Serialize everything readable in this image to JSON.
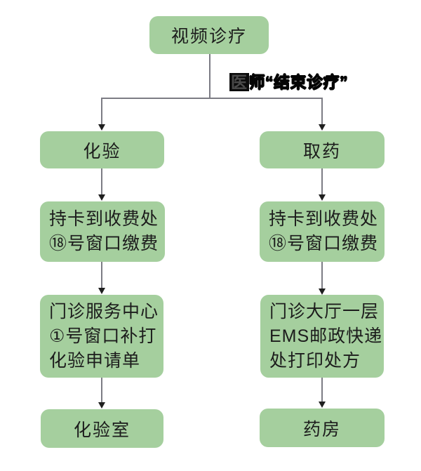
{
  "colors": {
    "box_fill": "#a5cf9e",
    "line": "#7c7c84",
    "arrow": "#1f1f1f",
    "text": "#1c1c1c",
    "background": "#ffffff",
    "label_highlight": "#0b0b0b"
  },
  "flow": {
    "root": "视频诊疗",
    "connector_label": "医师“结束诊疗”",
    "left": [
      [
        "化验"
      ],
      [
        "持卡到收费处",
        "⑱号窗口缴费"
      ],
      [
        "门诊服务中心",
        "①号窗口补打",
        "化验申请单"
      ],
      [
        "化验室"
      ]
    ],
    "right": [
      [
        "取药"
      ],
      [
        "持卡到收费处",
        "⑱号窗口缴费"
      ],
      [
        "门诊大厅一层",
        "EMS邮政快递",
        "处打印处方"
      ],
      [
        "药房"
      ]
    ]
  }
}
